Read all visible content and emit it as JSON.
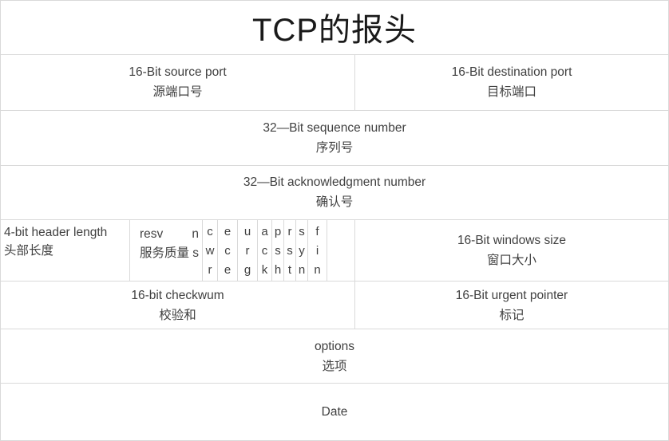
{
  "title": "TCP的报头",
  "rows": {
    "ports": {
      "source": {
        "en": "16-Bit source port",
        "zh": "源端口号"
      },
      "destination": {
        "en": "16-Bit destination port",
        "zh": "目标端口"
      }
    },
    "sequence": {
      "en": "32—Bit sequence number",
      "zh": "序列号"
    },
    "acknowledgment": {
      "en": "32—Bit acknowledgment number",
      "zh": "确认号"
    },
    "flags": {
      "header_length": {
        "en": "4-bit header length",
        "zh": "头部长度"
      },
      "resv": {
        "en": "resv",
        "zh": "服务质量"
      },
      "ns": {
        "t": "n",
        "m": "s"
      },
      "cols": [
        {
          "t": "c",
          "m": "w",
          "b": "r"
        },
        {
          "t": "e",
          "m": "c",
          "b": "e"
        },
        {
          "t": "u",
          "m": "r",
          "b": "g"
        },
        {
          "t": "a",
          "m": "c",
          "b": "k"
        },
        {
          "t": "p",
          "m": "s",
          "b": "h"
        },
        {
          "t": "r",
          "m": "s",
          "b": "t"
        },
        {
          "t": "s",
          "m": "y",
          "b": "n"
        },
        {
          "t": "f",
          "m": "i",
          "b": "n"
        }
      ],
      "windows": {
        "en": "16-Bit windows size",
        "zh": "窗口大小"
      }
    },
    "checksum": {
      "left": {
        "en": "16-bit checkwum",
        "zh": "校验和"
      },
      "right": {
        "en": "16-Bit urgent pointer",
        "zh": "标记"
      }
    },
    "options": {
      "en": "options",
      "zh": "选项"
    },
    "data": {
      "en": "Date"
    }
  },
  "colors": {
    "background": "#ffffff",
    "border": "#d9d9d9",
    "text": "#404040",
    "title_text": "#1a1a1a"
  }
}
